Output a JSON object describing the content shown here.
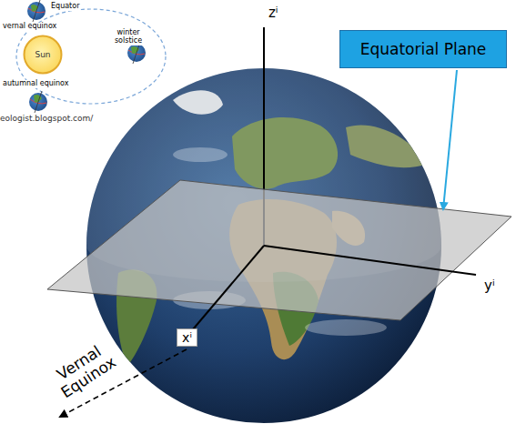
{
  "diagram": {
    "nodes": [
      {
        "text": [
          "Sun"
        ]
      },
      {
        "text": [
          "Equatorial Plane"
        ]
      },
      {
        "text": [
          "xⁱ"
        ]
      }
    ],
    "labels": [
      "Equator",
      "vernal equinox",
      "winter solstice",
      "autumnal equinox",
      "eologist.blogspot.com/",
      "zⁱ",
      "yⁱ",
      "Vernal Equinox"
    ]
  }
}
